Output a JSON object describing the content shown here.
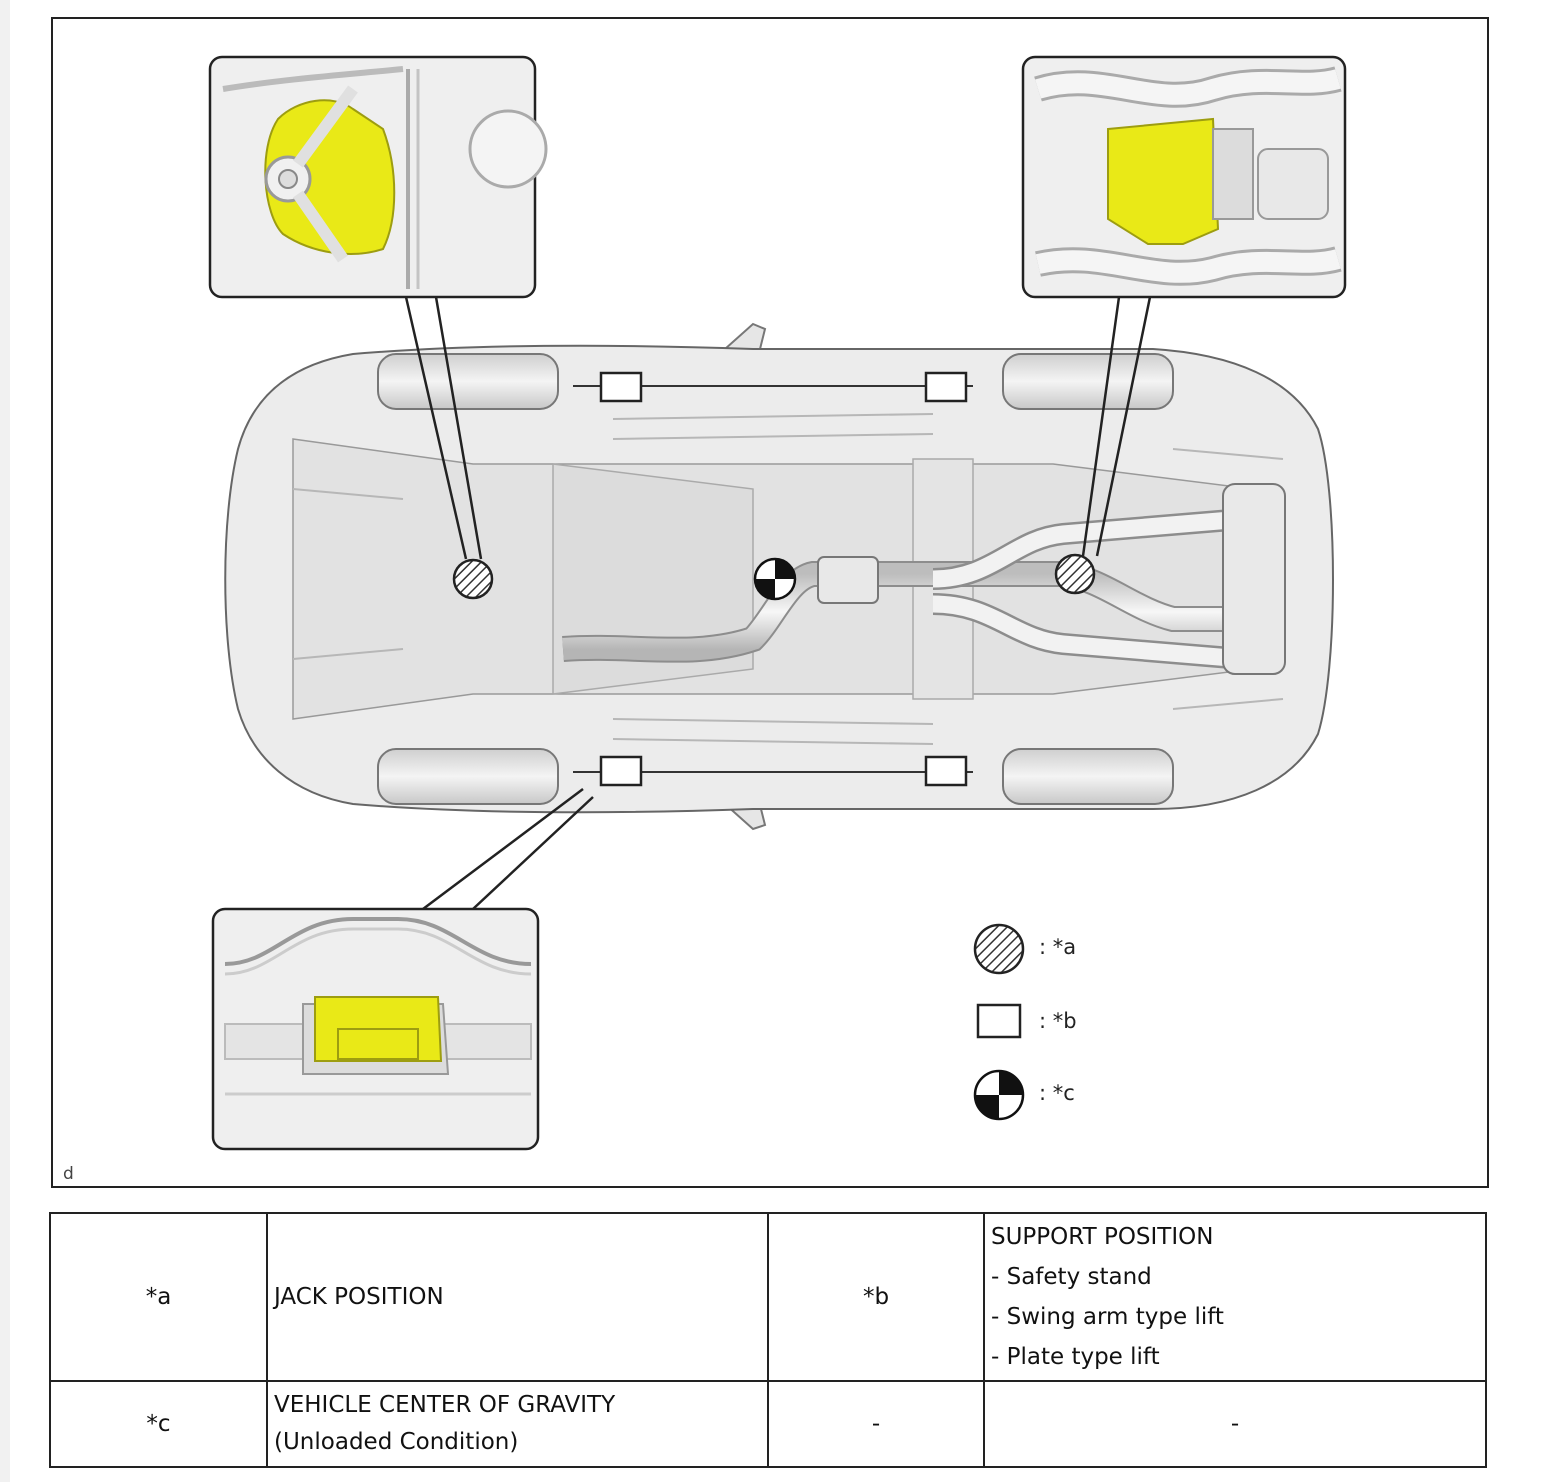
{
  "figure": {
    "id_label": "d",
    "legend": [
      {
        "symbol": "hatched-circle-icon",
        "label": ": *a"
      },
      {
        "symbol": "rectangle-icon",
        "label": ": *b"
      },
      {
        "symbol": "center-of-gravity-icon",
        "label": ": *c"
      }
    ],
    "colors": {
      "highlight": "#e9e917",
      "body": "#ececec",
      "outline": "#222222"
    }
  },
  "table": {
    "rows": [
      {
        "code1": "*a",
        "desc1": [
          "JACK POSITION"
        ],
        "code2": "*b",
        "desc2": [
          "SUPPORT POSITION",
          "- Safety stand",
          "- Swing arm type lift",
          "- Plate type lift"
        ]
      },
      {
        "code1": "*c",
        "desc1": [
          "VEHICLE CENTER OF GRAVITY",
          "(Unloaded Condition)"
        ],
        "code2": "-",
        "desc2": [
          "-"
        ]
      }
    ]
  }
}
